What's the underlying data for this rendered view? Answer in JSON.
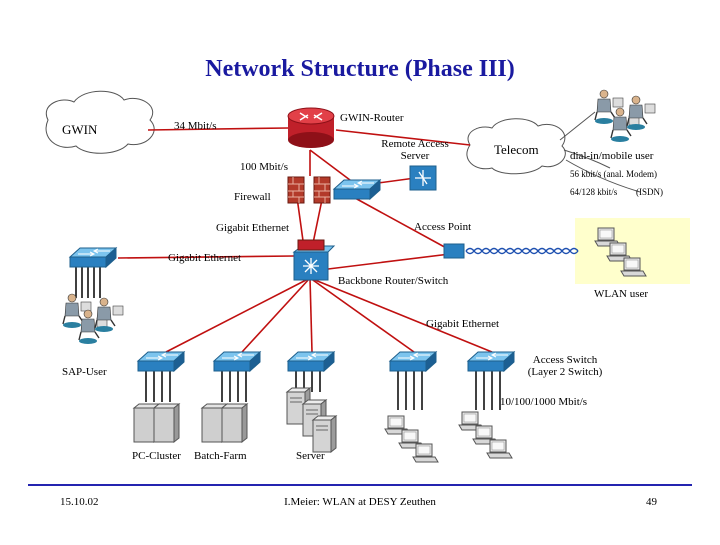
{
  "title": "Network Structure (Phase III)",
  "labels": {
    "gwin": "GWIN",
    "speed_34": "34 Mbit/s",
    "gwin_router": "GWIN-Router",
    "remote_access_1": "Remote Access",
    "remote_access_2": "Server",
    "telecom": "Telecom",
    "dialin": "dial-in/mobile user",
    "analog": "56 kbit/s (anal. Modem)",
    "isdn_rate": "64/128 kbit/s",
    "isdn": "(ISDN)",
    "speed_100": "100 Mbit/s",
    "firewall": "Firewall",
    "gige_1": "Gigabit Ethernet",
    "access_point": "Access Point",
    "gige_2": "Gigabit Ethernet",
    "backbone": "Backbone Router/Switch",
    "wlan_user": "WLAN user",
    "gige_3": "Gigabit Ethernet",
    "access_switch_1": "Access Switch",
    "access_switch_2": "(Layer 2 Switch)",
    "sap_user": "SAP-User",
    "speed_10g": "10/100/1000 Mbit/s",
    "pc_cluster": "PC-Cluster",
    "batch_farm": "Batch-Farm",
    "server": "Server"
  },
  "footer": {
    "date": "15.10.02",
    "center": "I.Meier: WLAN at DESY Zeuthen",
    "page": "49"
  },
  "colors": {
    "title": "#1a1aa0",
    "footer_rule": "#2424b0",
    "device_blue": "#2a80c0",
    "router_red": "#c0202a",
    "link_red": "#c01010",
    "wlan_bg": "#ffffcc"
  }
}
